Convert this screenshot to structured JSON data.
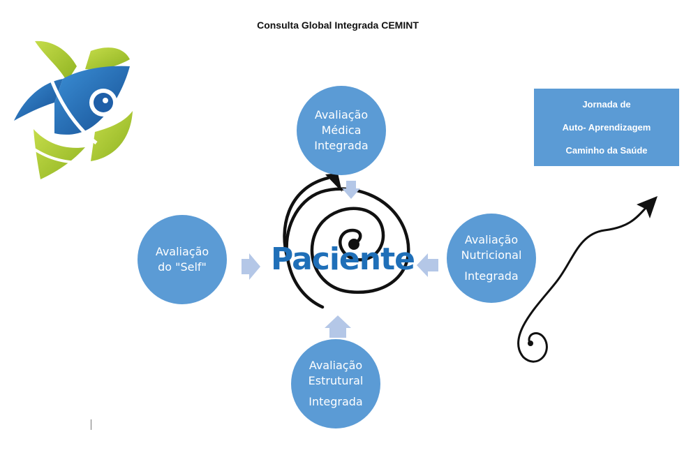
{
  "title": "Consulta Global Integrada CEMINT",
  "center": {
    "label": "Paciente"
  },
  "nodes": {
    "medica": {
      "line1": "Avaliação",
      "line2": "Médica",
      "line3": "Integrada"
    },
    "self": {
      "line1": "Avaliação",
      "line2": "do \"Self\""
    },
    "nutricional": {
      "line1": "Avaliação",
      "line2": "Nutricional",
      "line3": "Integrada"
    },
    "estrutural": {
      "line1": "Avaliação",
      "line2": "Estrutural",
      "line3": "Integrada"
    }
  },
  "journey": {
    "line1": "Jornada de",
    "line2": "Auto- Aprendizagem",
    "line3": "Caminho da Saúde"
  },
  "colors": {
    "bubble": "#5b9bd5",
    "arrow": "#b4c7e7",
    "center_text": "#1f6fb8",
    "logo_green": "#a6c532",
    "logo_blue": "#1f5fa8"
  },
  "icons": [
    "cemint-logo",
    "spiral-icon",
    "squiggle-arrow-icon"
  ]
}
